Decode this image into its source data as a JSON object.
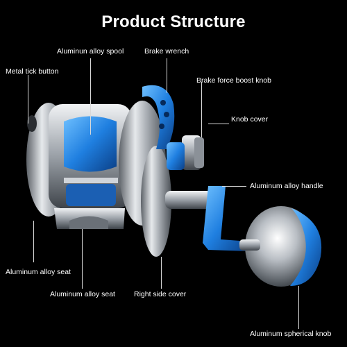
{
  "title": "Product Structure",
  "labels": {
    "spool": "Aluminun alloy spool",
    "brake_wrench": "Brake wrench",
    "metal_tick": "Metal tick button",
    "boost_knob": "Brake force boost knob",
    "knob_cover": "Knob cover",
    "handle": "Aluminum alloy handle",
    "seat_left": "Aluminum alloy seat",
    "seat_center": "Aluminum alloy seat",
    "side_cover": "Right side cover",
    "spherical_knob": "Aluminum spherical knob"
  },
  "colors": {
    "background": "#000000",
    "accent_blue": "#1f7fe0",
    "silver": "#c8ccd2"
  }
}
